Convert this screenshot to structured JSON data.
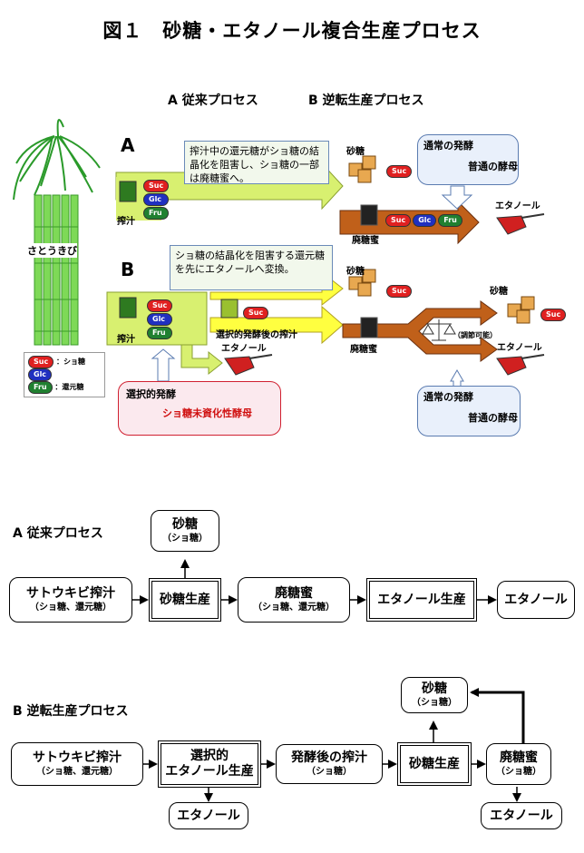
{
  "title": "図１　砂糖・エタノール複合生産プロセス",
  "upper": {
    "header_a": "A  従来プロセス",
    "header_b": "B  逆転生産プロセス",
    "label_a": "A",
    "label_b": "B",
    "sugarcane_label": "さとうきび",
    "note_a": "搾汁中の還元糖がショ糖の結晶化を阻害し、ショ糖の一部は廃糖蜜へ。",
    "note_b": "ショ糖の結晶化を阻害する還元糖を先にエタノールへ変換。",
    "juice_label": "搾汁",
    "sugar_label": "砂糖",
    "molasses_label": "廃糖蜜",
    "ethanol_label": "エタノール",
    "fermented_juice_label": "選択的発酵後の搾汁",
    "adjustable_label": "（調節可能）",
    "callout_normal_title": "通常の発酵",
    "callout_normal_text": "普通の酵母",
    "callout_selective_title": "選択的発酵",
    "callout_selective_text": "ショ糖未資化性酵母",
    "tags": {
      "suc": "Suc",
      "glc": "Glc",
      "fru": "Fru"
    },
    "legend": {
      "suc": "：ショ糖",
      "reducing": "：還元糖"
    },
    "colors": {
      "green_arrow": "#d8f070",
      "yellow_arrow": "#ffff40",
      "brown_arrow": "#c0601a",
      "suc": "#e02020",
      "glc": "#2030c0",
      "fru": "#208030"
    }
  },
  "flowA": {
    "header": "A  従来プロセス",
    "juice": {
      "main": "サトウキビ搾汁",
      "sub": "（ショ糖、還元糖）"
    },
    "sugar_production": "砂糖生産",
    "sugar": {
      "main": "砂糖",
      "sub": "（ショ糖）"
    },
    "molasses": {
      "main": "廃糖蜜",
      "sub": "（ショ糖、還元糖）"
    },
    "ethanol_production": "エタノール生産",
    "ethanol": "エタノール"
  },
  "flowB": {
    "header": "B  逆転生産プロセス",
    "juice": {
      "main": "サトウキビ搾汁",
      "sub": "（ショ糖、還元糖）"
    },
    "selective": {
      "line1": "選択的",
      "line2": "エタノール生産"
    },
    "ethanol1": "エタノール",
    "fermented": {
      "main": "発酵後の搾汁",
      "sub": "（ショ糖）"
    },
    "sugar_production": "砂糖生産",
    "sugar": {
      "main": "砂糖",
      "sub": "（ショ糖）"
    },
    "molasses": {
      "main": "廃糖蜜",
      "sub": "（ショ糖）"
    },
    "ethanol2": "エタノール"
  }
}
